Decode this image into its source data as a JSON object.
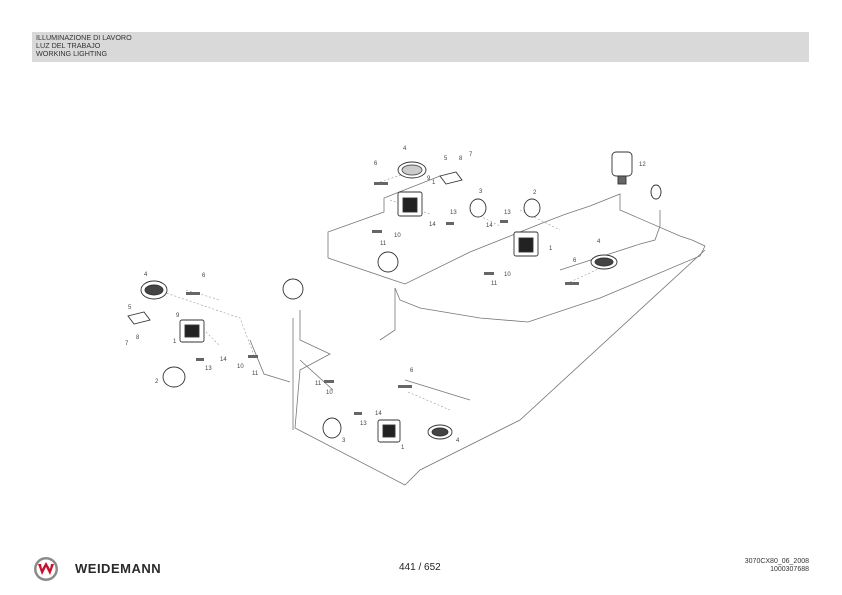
{
  "header": {
    "title_it": "ILLUMINAZIONE DI LAVORO",
    "title_es": "LUZ DEL TRABAJO",
    "title_en": "WORKING LIGHTING"
  },
  "callouts": [
    "1",
    "2",
    "3",
    "4",
    "5",
    "6",
    "7",
    "8",
    "9",
    "10",
    "11",
    "12",
    "13",
    "14"
  ],
  "footer": {
    "brand": "WEIDEMANN",
    "page": "441 / 652",
    "doc_code": "3070CX80_06_2008",
    "part_number": "1000307688"
  },
  "colors": {
    "header_bg": "#d9d9d9",
    "logo_red": "#c8102e",
    "line": "#6b6b6b"
  },
  "icons": {
    "logo": "weidemann-w-logo-icon"
  }
}
